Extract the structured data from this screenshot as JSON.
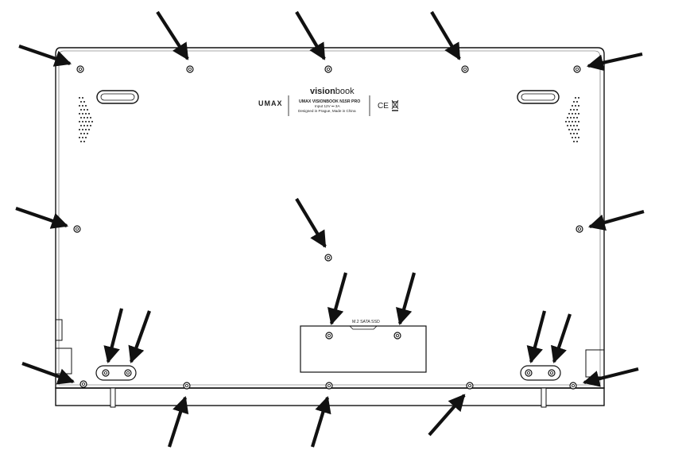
{
  "label": {
    "brand": "UMAX",
    "logo_bold": "vision",
    "logo_light": "book",
    "model": "UMAX VISIONBOOK N15R PRO",
    "input": "Input 12V ⎓ 3A",
    "origin": "Designed in Prague, Made in China",
    "ce_mark": "CE"
  },
  "ssd_cover": {
    "label": "M.2 SATA SSD"
  },
  "icons": [
    "screw-icon",
    "arrow-icon",
    "speaker-grille-icon",
    "vent-slot-icon",
    "weee-bin-icon"
  ],
  "colors": {
    "line": "#111111",
    "background": "#ffffff"
  }
}
